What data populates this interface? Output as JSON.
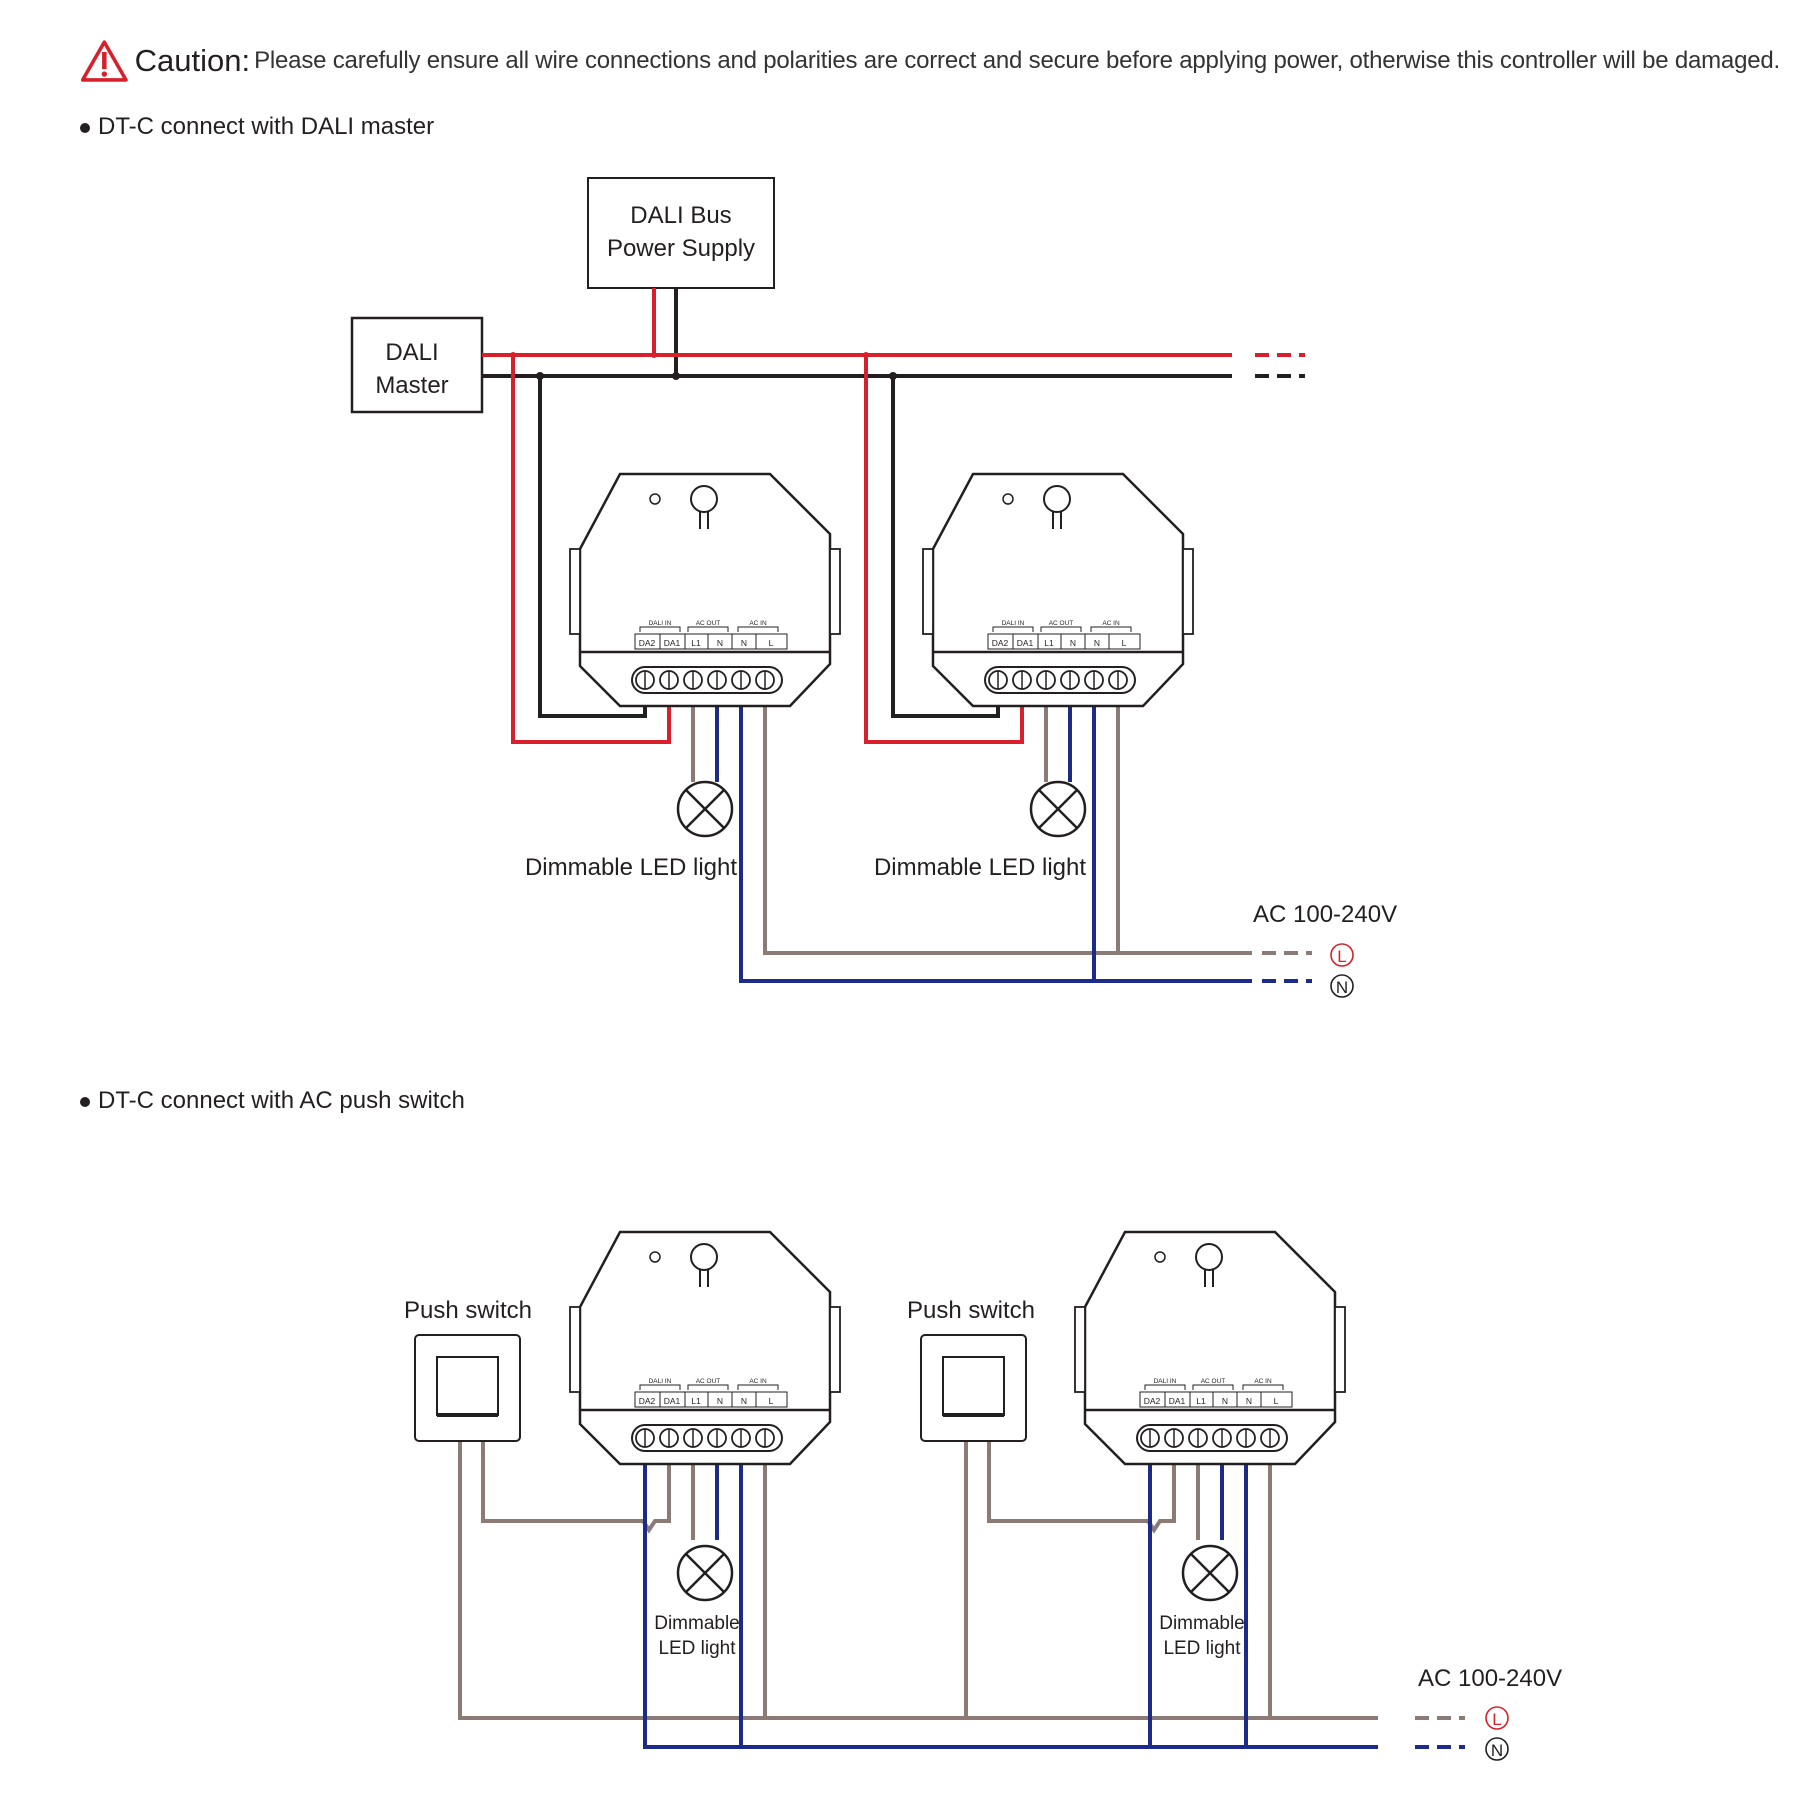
{
  "caution": {
    "title": "Caution:",
    "text": "Please carefully ensure all wire connections and polarities are correct and secure before applying power, otherwise this controller will be damaged.",
    "icon": "warning-triangle-icon",
    "color": "#d7202b"
  },
  "section1": {
    "heading": "DT-C connect with DALI master",
    "dali_master_line1": "DALI",
    "dali_master_line2": "Master",
    "power_supply_line1": "DALI Bus",
    "power_supply_line2": "Power Supply",
    "load_label_1": "Dimmable LED light",
    "load_label_2": "Dimmable LED light",
    "ac_label": "AC 100-240V",
    "line_mark": "L",
    "neutral_mark": "N"
  },
  "section2": {
    "heading": "DT-C connect with AC push switch",
    "switch_label_1": "Push switch",
    "switch_label_2": "Push switch",
    "load_1_line1": "Dimmable",
    "load_1_line2": "LED light",
    "load_2_line1": "Dimmable",
    "load_2_line2": "LED light",
    "ac_label": "AC 100-240V",
    "line_mark": "L",
    "neutral_mark": "N"
  },
  "terminal_block": {
    "group_dali_in": "DALI IN",
    "group_ac_out": "AC OUT",
    "group_ac_in": "AC IN",
    "pins": [
      "DA2",
      "DA1",
      "L1",
      "N",
      "N",
      "L"
    ]
  },
  "colors": {
    "dali_positive": "#d7202b",
    "dali_negative": "#231f20",
    "ac_live": "#8c7b75",
    "ac_neutral": "#1c2a8a",
    "outline": "#231f20"
  }
}
